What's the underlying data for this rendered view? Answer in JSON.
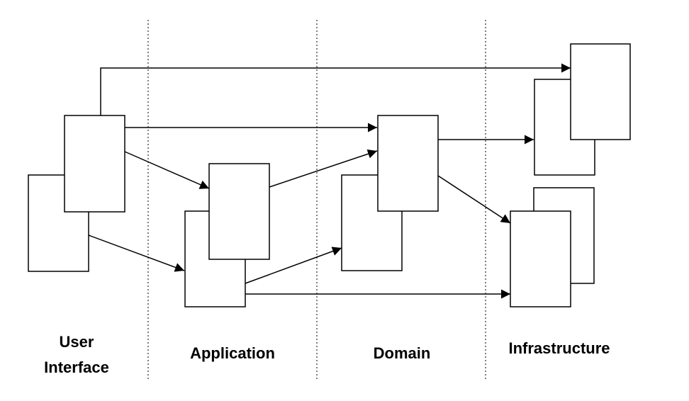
{
  "layers": {
    "user_interface": {
      "line1": "User",
      "line2": "Interface"
    },
    "application": {
      "label": "Application"
    },
    "domain": {
      "label": "Domain"
    },
    "infrastructure": {
      "label": "Infrastructure"
    }
  },
  "colors": {
    "background": "#ffffff",
    "stroke": "#000000",
    "divider": "#000000"
  }
}
